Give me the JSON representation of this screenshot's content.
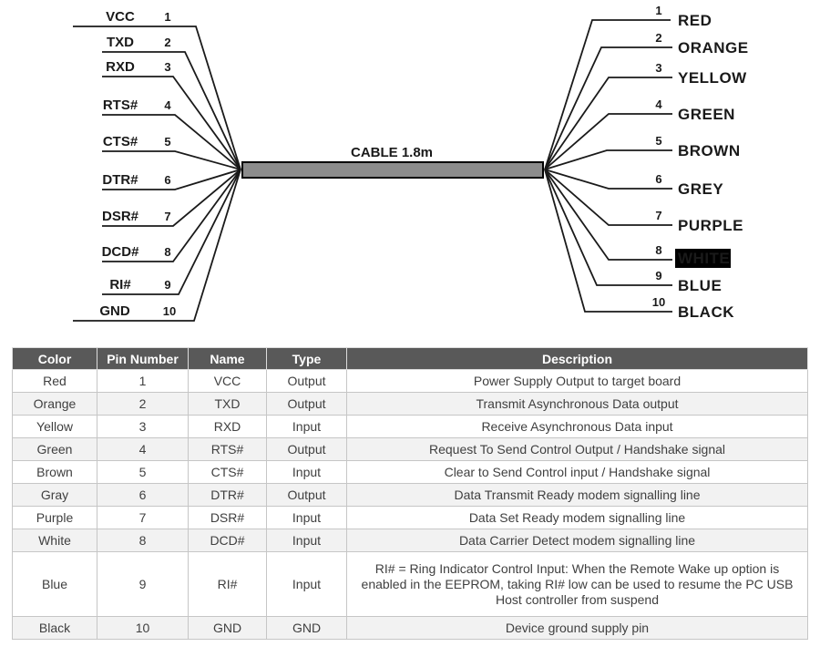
{
  "diagram": {
    "cable_label": "CABLE 1.8m",
    "left": [
      {
        "signal": "VCC",
        "pin": "1"
      },
      {
        "signal": "TXD",
        "pin": "2"
      },
      {
        "signal": "RXD",
        "pin": "3"
      },
      {
        "signal": "RTS#",
        "pin": "4"
      },
      {
        "signal": "CTS#",
        "pin": "5"
      },
      {
        "signal": "DTR#",
        "pin": "6"
      },
      {
        "signal": "DSR#",
        "pin": "7"
      },
      {
        "signal": "DCD#",
        "pin": "8"
      },
      {
        "signal": "RI#",
        "pin": "9"
      },
      {
        "signal": "GND",
        "pin": "10"
      }
    ],
    "right": [
      {
        "pin": "1",
        "color": "RED",
        "hex": "#e8000d"
      },
      {
        "pin": "2",
        "color": "ORANGE",
        "hex": "#ff9900"
      },
      {
        "pin": "3",
        "color": "YELLOW",
        "hex": "#ffc800"
      },
      {
        "pin": "4",
        "color": "GREEN",
        "hex": "#00e01c"
      },
      {
        "pin": "5",
        "color": "BROWN",
        "hex": "#8c3103"
      },
      {
        "pin": "6",
        "color": "GREY",
        "hex": "#a6a6a6"
      },
      {
        "pin": "7",
        "color": "PURPLE",
        "hex": "#7030a0"
      },
      {
        "pin": "8",
        "color": "WHITE",
        "hex": "#ffffff",
        "bg": "#000000"
      },
      {
        "pin": "9",
        "color": "BLUE",
        "hex": "#3a2bd2"
      },
      {
        "pin": "10",
        "color": "BLACK",
        "hex": "#1a1a1a"
      }
    ]
  },
  "table": {
    "headers": [
      "Color",
      "Pin Number",
      "Name",
      "Type",
      "Description"
    ],
    "rows": [
      {
        "color": "Red",
        "pin": "1",
        "name": "VCC",
        "type": "Output",
        "description": "Power Supply Output to target board"
      },
      {
        "color": "Orange",
        "pin": "2",
        "name": "TXD",
        "type": "Output",
        "description": "Transmit Asynchronous Data output"
      },
      {
        "color": "Yellow",
        "pin": "3",
        "name": "RXD",
        "type": "Input",
        "description": "Receive Asynchronous Data input"
      },
      {
        "color": "Green",
        "pin": "4",
        "name": "RTS#",
        "type": "Output",
        "description": "Request To Send Control Output / Handshake signal"
      },
      {
        "color": "Brown",
        "pin": "5",
        "name": "CTS#",
        "type": "Input",
        "description": "Clear to Send Control input / Handshake signal"
      },
      {
        "color": "Gray",
        "pin": "6",
        "name": "DTR#",
        "type": "Output",
        "description": "Data Transmit Ready modem signalling line"
      },
      {
        "color": "Purple",
        "pin": "7",
        "name": "DSR#",
        "type": "Input",
        "description": "Data Set Ready modem signalling line"
      },
      {
        "color": "White",
        "pin": "8",
        "name": "DCD#",
        "type": "Input",
        "description": "Data Carrier Detect modem signalling line"
      },
      {
        "color": "Blue",
        "pin": "9",
        "name": "RI#",
        "type": "Input",
        "description": "RI# = Ring Indicator Control Input: When the Remote Wake up option is enabled in the EEPROM, taking RI# low can be used to resume the PC USB Host controller from suspend"
      },
      {
        "color": "Black",
        "pin": "10",
        "name": "GND",
        "type": "GND",
        "description": "Device ground supply pin"
      }
    ]
  }
}
